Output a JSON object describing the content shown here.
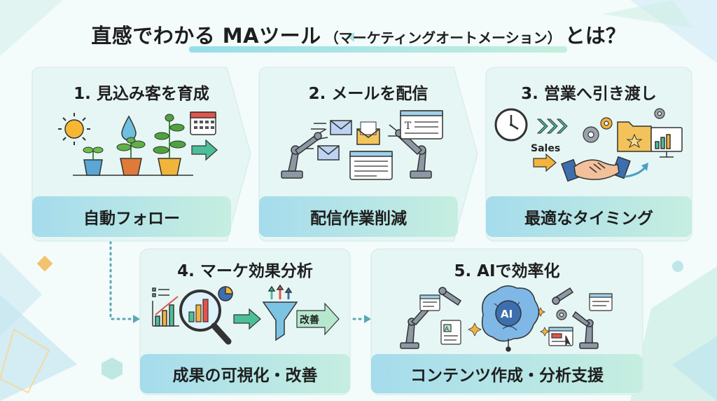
{
  "title": {
    "main": "直感でわかる MAツール",
    "sub": "（マーケティングオートメーション）",
    "tail": "とは？"
  },
  "steps": [
    {
      "head": "1. 見込み客を育成",
      "foot": "自動フォロー"
    },
    {
      "head": "2. メールを配信",
      "foot": "配信作業削減"
    },
    {
      "head": "3. 営業へ引き渡し",
      "foot": "最適なタイミング",
      "badge": "Sales"
    },
    {
      "head": "4. マーケ効果分析",
      "foot": "成果の可視化・改善",
      "badge": "改善"
    },
    {
      "head": "5. AIで効率化",
      "foot": "コンテンツ作成・分析支援",
      "badge": "AI"
    }
  ],
  "colors": {
    "card_fill": "#e6f6f4",
    "footer_from": "#a5dcec",
    "footer_to": "#c6eee0",
    "connector": "#5aa7b5"
  }
}
